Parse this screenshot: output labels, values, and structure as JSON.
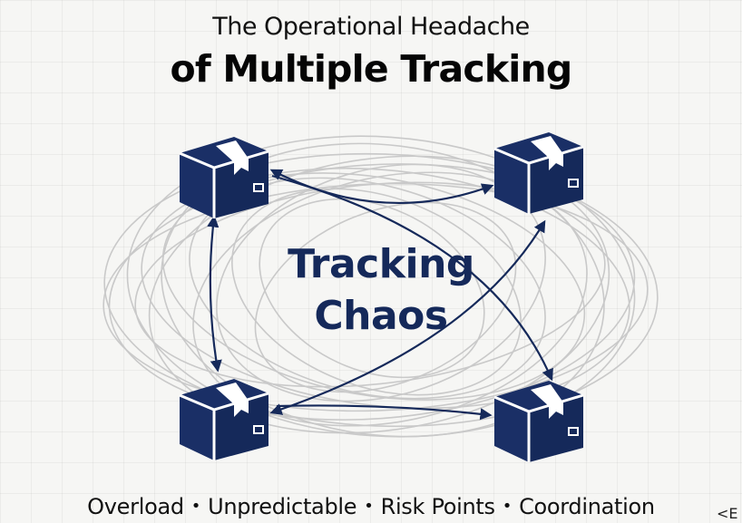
{
  "title": {
    "line1": "The Operational Headache",
    "line2": "of Multiple Tracking"
  },
  "center": {
    "line1": "Tracking",
    "line2": "Chaos"
  },
  "footer": {
    "items": [
      "Overload",
      "Unpredictable",
      "Risk Points",
      "Coordination"
    ],
    "separator": "•"
  },
  "corner_mark": "<E",
  "colors": {
    "navy": "#15295a",
    "scribble": "#c9c9c9",
    "text": "#111111"
  },
  "icons": [
    "package-box-icon",
    "package-box-icon",
    "package-box-icon",
    "package-box-icon"
  ]
}
